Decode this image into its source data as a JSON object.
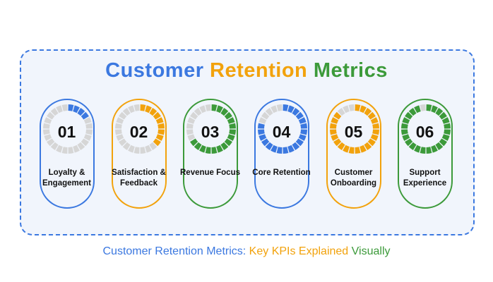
{
  "title": {
    "part1": "Customer",
    "part2": "Retention",
    "part3": "Metrics"
  },
  "colors": {
    "blue": "#3b78e0",
    "orange": "#f2a20c",
    "green": "#3c9a3a",
    "gray": "#d6d6d6"
  },
  "cards": [
    {
      "number": "01",
      "label": "Loyalty & Engagement",
      "color": "blue",
      "progress": 0.17
    },
    {
      "number": "02",
      "label": "Satisfaction & Feedback",
      "color": "orange",
      "progress": 0.375
    },
    {
      "number": "03",
      "label": "Revenue Focus",
      "color": "green",
      "progress": 0.67
    },
    {
      "number": "04",
      "label": "Core Retention",
      "color": "blue",
      "progress": 0.79
    },
    {
      "number": "05",
      "label": "Customer Onboarding",
      "color": "orange",
      "progress": 0.875
    },
    {
      "number": "06",
      "label": "Support Experience",
      "color": "green",
      "progress": 0.96
    }
  ],
  "subtitle": {
    "part1": "Customer Retention Metrics:",
    "part2": "Key KPIs Explained",
    "part3": "Visually"
  }
}
